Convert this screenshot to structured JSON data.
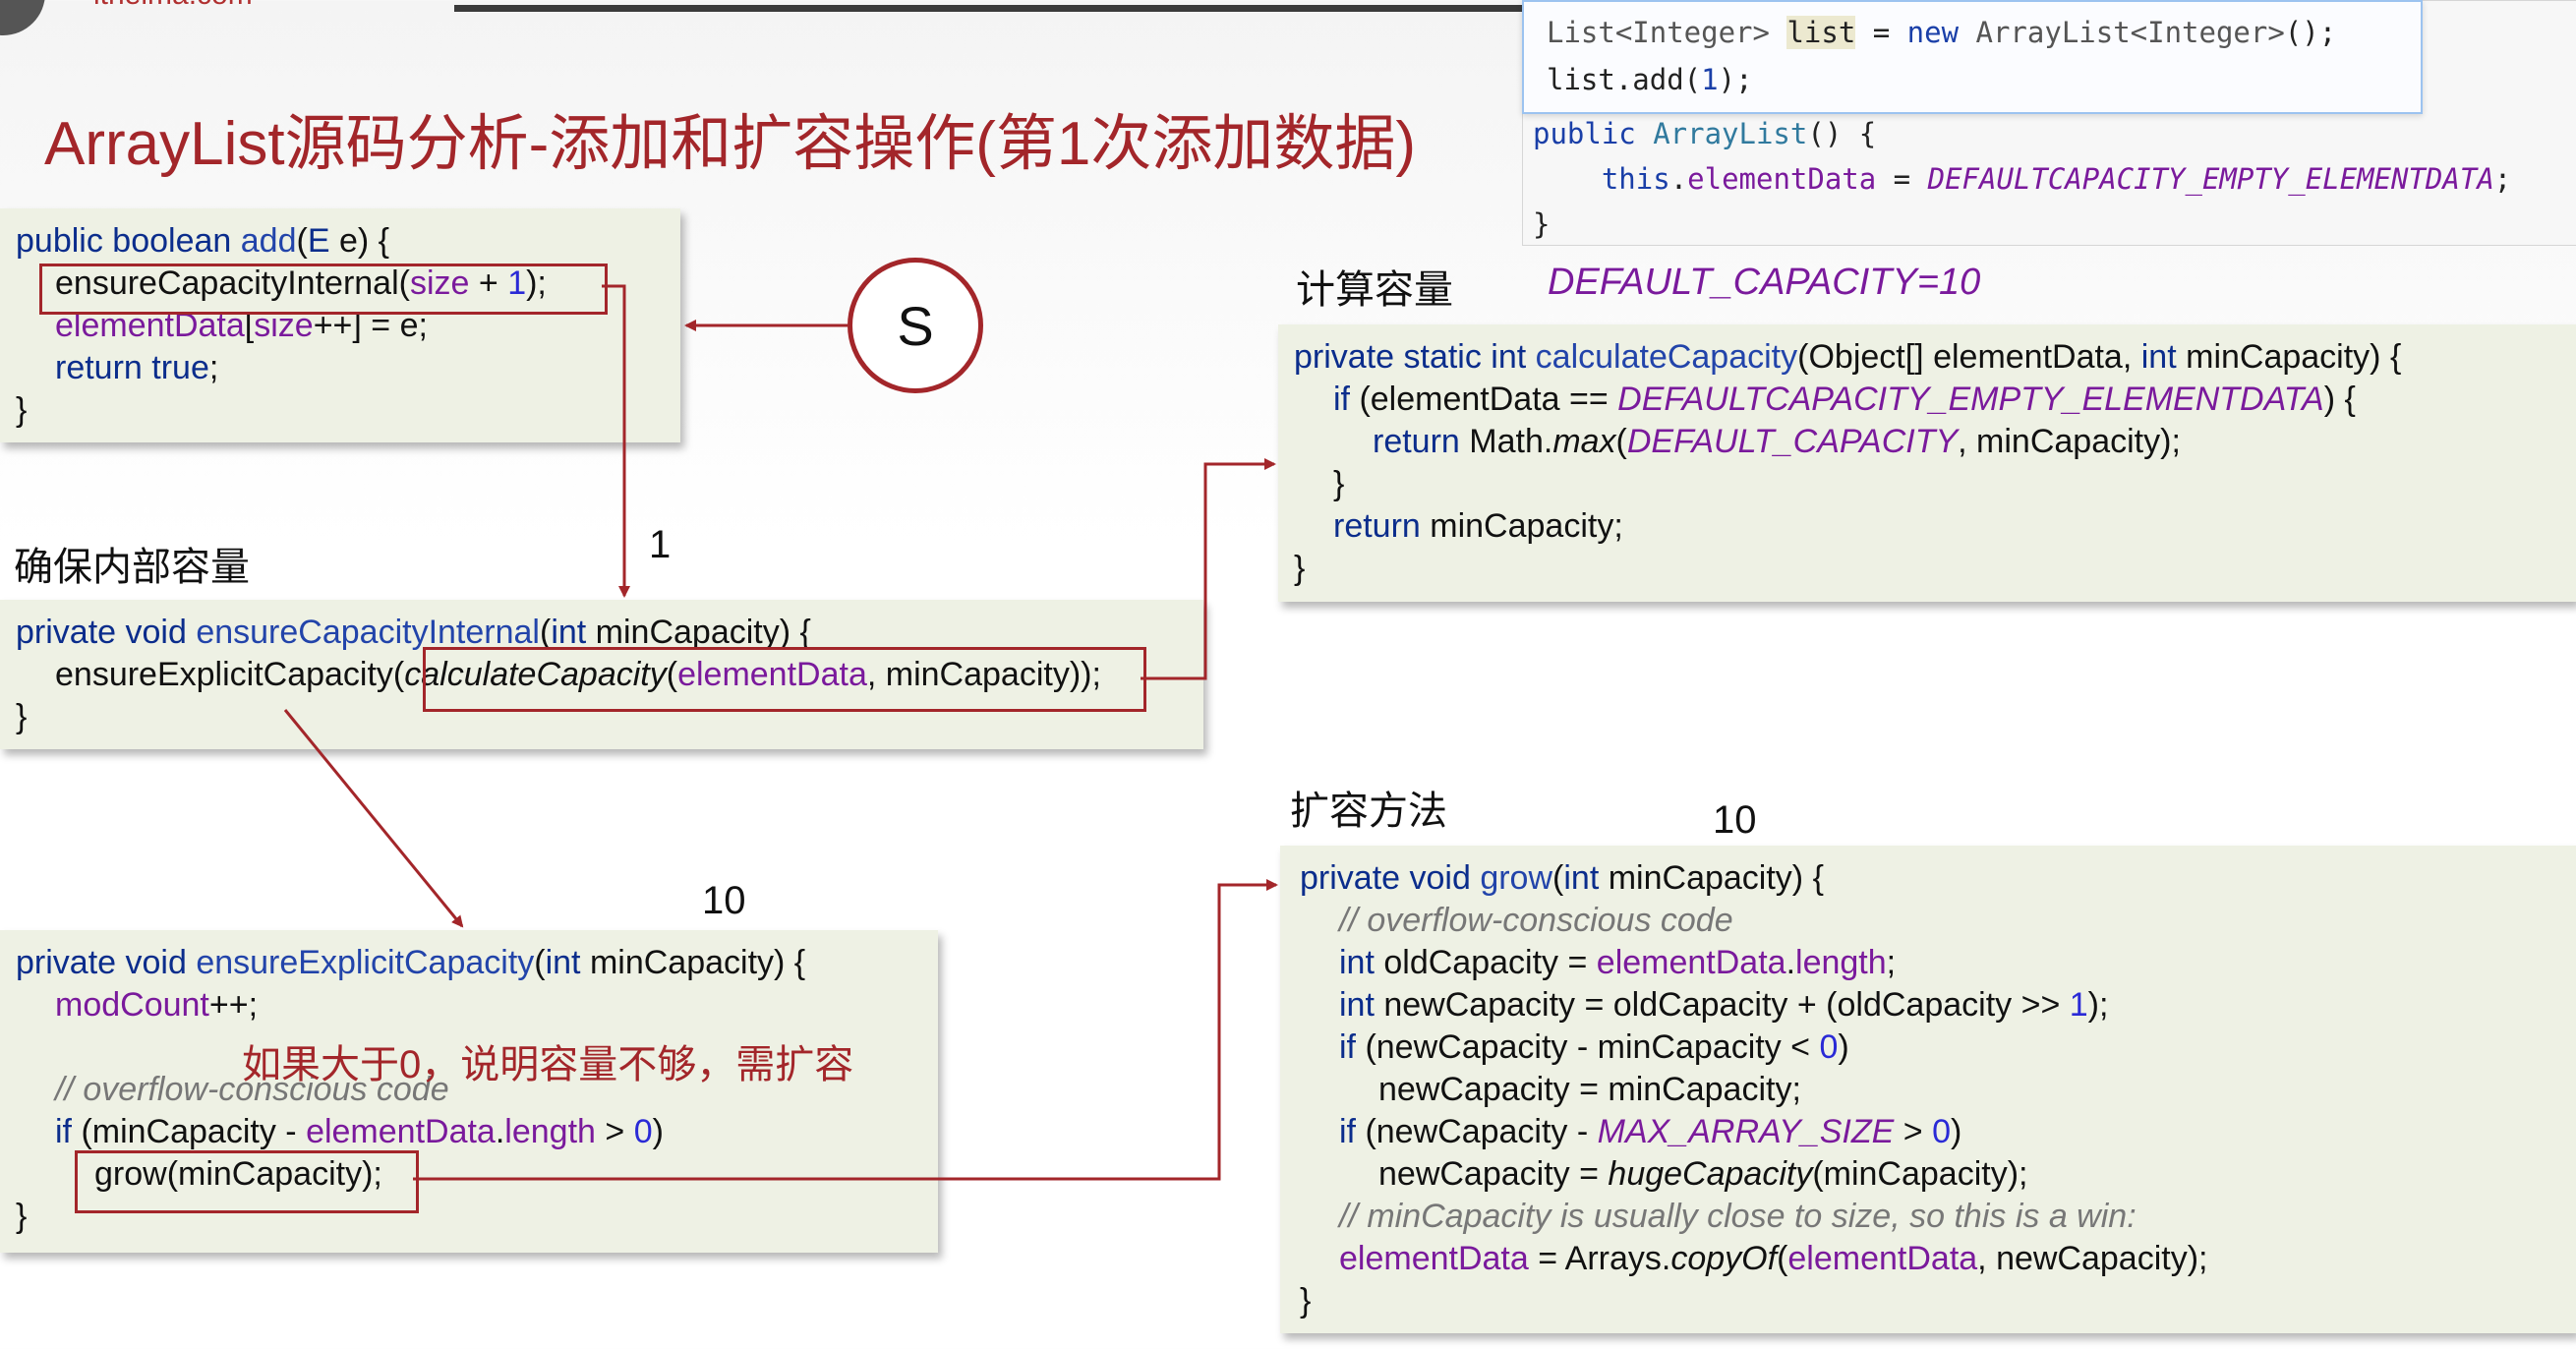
{
  "header": {
    "logo_text": "itheima.com",
    "title": "ArrayList源码分析-添加和扩容操作(第1次添加数据)"
  },
  "ide": {
    "popup_line1": "List<Integer> list = new ArrayList<Integer>();",
    "popup_line2": "list.add(1);",
    "ctor_line1": "public ArrayList() {",
    "ctor_line2": "    this.elementData = DEFAULTCAPACITY_EMPTY_ELEMENTDATA;",
    "ctor_line3": "}"
  },
  "start_marker": "S",
  "labels": {
    "ensure_internal": "确保内部容量",
    "calc": "计算容量",
    "default_capacity": "DEFAULT_CAPACITY=10",
    "grow_section": "扩容方法",
    "step1": "1",
    "step10_explicit": "10",
    "step10_grow": "10",
    "need_expand": "如果大于0，说明容量不够，需扩容"
  },
  "add_box": {
    "l1": "public boolean add(E e) {",
    "l2": "ensureCapacityInternal(size + 1);",
    "l3": "elementData[size++] = e;",
    "l4": "return true;",
    "l5": "}"
  },
  "internal_box": {
    "l1": "private void ensureCapacityInternal(int minCapacity) {",
    "l2a": "ensureExplicitCapacity(",
    "l2b": "calculateCapacity(elementData, minCapacity)",
    "l2c": ");",
    "l3": "}"
  },
  "explicit_box": {
    "l1": "private void ensureExplicitCapacity(int minCapacity) {",
    "l2": "modCount++;",
    "l3": "// overflow-conscious code",
    "l4": "if (minCapacity - elementData.length > 0)",
    "l5": "grow(minCapacity);",
    "l6": "}"
  },
  "calc_box": {
    "l1": "private static int calculateCapacity(Object[] elementData, int minCapacity) {",
    "l2": "if (elementData == DEFAULTCAPACITY_EMPTY_ELEMENTDATA) {",
    "l3": "return Math.max(DEFAULT_CAPACITY, minCapacity);",
    "l4": "}",
    "l5": "return minCapacity;",
    "l6": "}"
  },
  "grow_box": {
    "l1": "private void grow(int minCapacity) {",
    "l2": "// overflow-conscious code",
    "l3": "int oldCapacity = elementData.length;",
    "l4": "int newCapacity = oldCapacity + (oldCapacity >> 1);",
    "l5": "if (newCapacity - minCapacity < 0)",
    "l6": "newCapacity = minCapacity;",
    "l7": "if (newCapacity - MAX_ARRAY_SIZE > 0)",
    "l8": "newCapacity = hugeCapacity(minCapacity);",
    "l9": "// minCapacity is usually close to size, so this is a win:",
    "l10": "elementData = Arrays.copyOf(elementData, newCapacity);",
    "l11": "}"
  },
  "colors": {
    "accent_red": "#a3262a",
    "code_bg": "#eef1e4",
    "keyword": "#0b2d8c",
    "field": "#7a1a9c"
  }
}
